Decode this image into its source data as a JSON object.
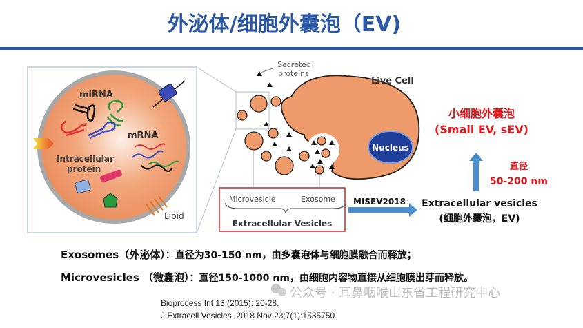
{
  "title": "外泌体/细胞外囊泡（EV)",
  "colors": {
    "title_blue": "#2b58a4",
    "red": "#e2161b",
    "cell": "#ef9a6a",
    "arrow": "#4a90d0",
    "nucleus": "#1f3f9a"
  },
  "inset": {
    "mirna": "miRNA",
    "mrna": "mRNA",
    "protein_line1": "Intracellular",
    "protein_line2": "protein",
    "lipid": "Lipid"
  },
  "cell_diagram": {
    "secreted_line1": "Secreted",
    "secreted_line2": "proteins",
    "live_cell": "Live Cell",
    "nucleus": "Nucleus",
    "microvesicle": "Microvesicle",
    "exosome": "Exosome",
    "ev_box": "Extracellular Vesicles"
  },
  "misev": "MISEV2018",
  "ev_label_en": "Extracellular vesicles",
  "ev_label_cn": "(细胞外囊泡，EV)",
  "sev_cn": "小细胞外囊泡",
  "sev_en": "(Small EV, sEV)",
  "diameter_label": "直径",
  "diameter_value": "50-200 nm",
  "definitions": [
    {
      "term": "Exosomes（外泌体）",
      "desc": "：直径为30-150 nm，由多囊泡体与细胞膜融合而释放；"
    },
    {
      "term": "Microvesicles （微囊泡）",
      "desc": "：直径150-1000 nm，由细胞内容物直接从细胞膜出芽而释放。"
    }
  ],
  "references": [
    "Bioprocess Int 13 (2015): 20-28.",
    "J Extracell Vesicles. 2018 Nov 23;7(1):1535750."
  ],
  "watermark": "公众号 · 耳鼻咽喉山东省工程研究中心"
}
